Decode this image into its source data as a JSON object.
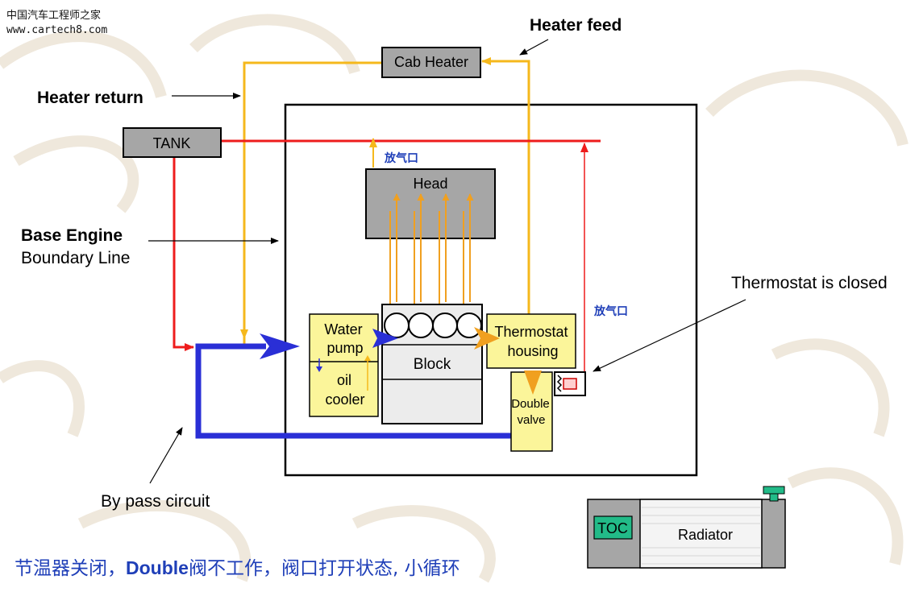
{
  "watermark": {
    "line1": "中国汽车工程师之家",
    "line2": "www.cartech8.com"
  },
  "labels": {
    "heater_feed": "Heater feed",
    "heater_return": "Heater return",
    "cab_heater": "Cab Heater",
    "tank": "TANK",
    "bleed_top": "放气口",
    "bleed_right": "放气口",
    "head": "Head",
    "base_engine": "Base Engine",
    "boundary_line": "Boundary Line",
    "thermostat_closed": "Thermostat is closed",
    "water": "Water",
    "pump": "pump",
    "oil": "oil",
    "cooler": "cooler",
    "block": "Block",
    "thermostat": "Thermostat",
    "housing": "housing",
    "double": "Double",
    "valve": "valve",
    "bypass": "By pass circuit",
    "toc": "TOC",
    "radiator": "Radiator"
  },
  "footer": {
    "pre": "节温器关闭，",
    "bold": "Double",
    "post": "阀不工作，阀口打开状态, 小循环"
  },
  "colors": {
    "heater_line": "#f5b81c",
    "tank_line": "#ee1c1c",
    "bypass_line": "#2a2fd6",
    "head_flow": "#f0a020",
    "box_yellow": "#fbf59a",
    "box_gray": "#a6a6a6",
    "toc_green": "#22bb88",
    "footer_text": "#1f3fb8"
  }
}
